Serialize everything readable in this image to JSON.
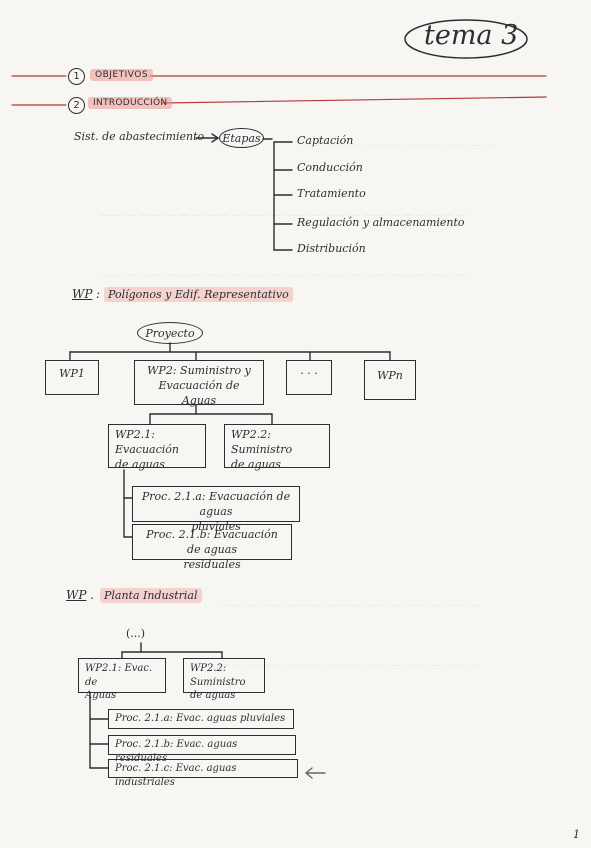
{
  "header": {
    "title": "tema 3"
  },
  "sections": [
    {
      "number": "1",
      "label": "OBJETIVOS"
    },
    {
      "number": "2",
      "label": "INTRODUCCIÓN"
    }
  ],
  "intro": {
    "system": "Sist. de abastecimiento",
    "stages_label": "Etapas",
    "stages": [
      "Captación",
      "Conducción",
      "Tratamiento",
      "Regulación y almacenamiento",
      "Distribución"
    ]
  },
  "wp1": {
    "prefix": "WP",
    "title": "Polígonos y Edif. Representativo",
    "root": "Proyecto",
    "top_boxes": [
      "WP1",
      "WP2: Suministro y\nEvacuación de Aguas",
      "· · ·",
      "WPn"
    ],
    "sub_boxes": [
      "WP2.1: Evacuación\nde aguas",
      "WP2.2: Suministro\nde aguas"
    ],
    "leaf_boxes": [
      "Proc. 2.1.a: Evacuación de aguas\npluviales",
      "Proc. 2.1.b: Evacuación de aguas\nresiduales"
    ]
  },
  "wp2": {
    "prefix": "WP",
    "title": "Planta Industrial",
    "root": "(...)",
    "sub_boxes": [
      "WP2.1: Evac. de\nAguas",
      "WP2.2: Suministro\nde aguas"
    ],
    "leaf_boxes": [
      "Proc. 2.1.a: Evac. aguas pluviales",
      "Proc. 2.1.b: Evac. aguas residuales",
      "Proc. 2.1.c: Evac. aguas industriales"
    ]
  },
  "page_number": "1"
}
